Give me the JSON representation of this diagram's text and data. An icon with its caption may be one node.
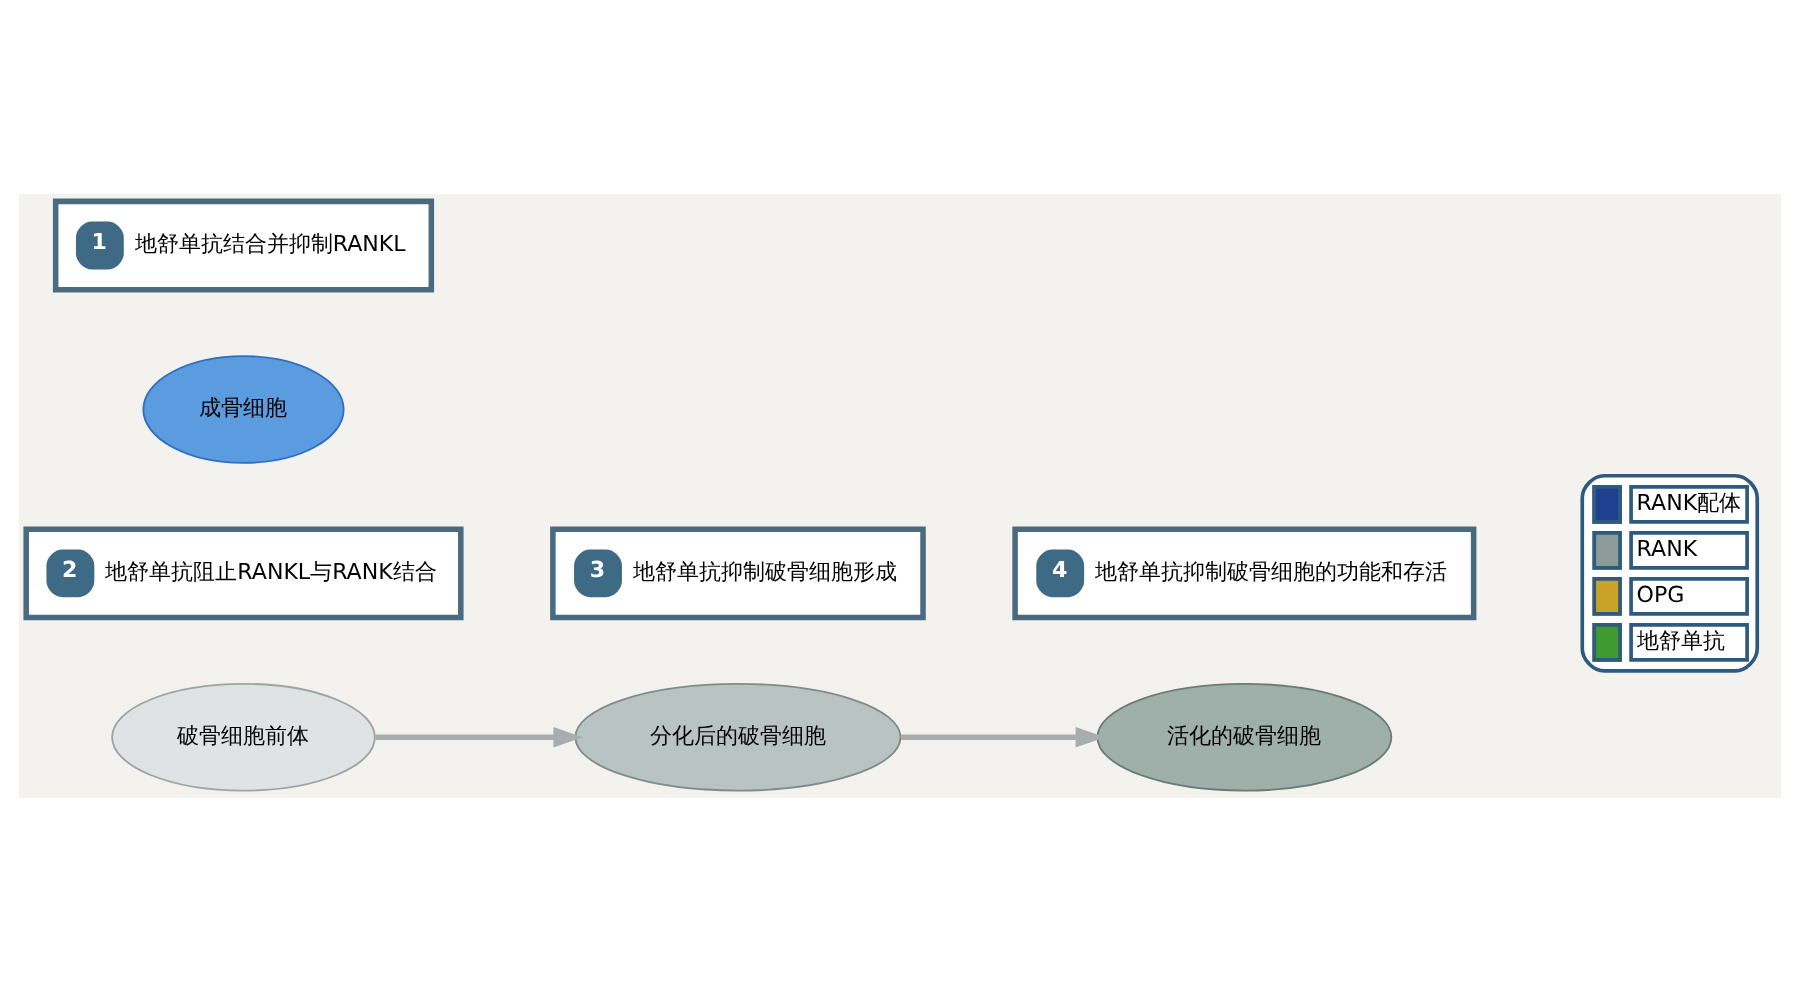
{
  "diagram": {
    "nodes": [
      {
        "text": [
          "2",
          "地舒单抗阻止RANKL与RANK结合"
        ]
      },
      {
        "text": [
          "破骨细胞前体"
        ]
      },
      {
        "text": [
          "3",
          "地舒单抗抑制破骨细胞形成"
        ]
      },
      {
        "text": [
          "分化后的破骨细胞"
        ]
      },
      {
        "text": [
          "4",
          "地舒单抗抑制破骨细胞的功能和存活"
        ]
      },
      {
        "text": [
          "1",
          "地舒单抗结合并抑制RANKL"
        ]
      },
      {
        "text": [
          "成骨细胞"
        ]
      },
      {
        "text": [
          "活化的破骨细胞"
        ]
      }
    ],
    "edges": [
      {
        "from": 1,
        "to": 3,
        "arrow": "to"
      },
      {
        "from": 3,
        "to": 7,
        "arrow": "to"
      }
    ],
    "legend": [
      {
        "text": "RANK配体"
      },
      {
        "text": "RANK"
      },
      {
        "text": "OPG"
      },
      {
        "text": "地舒单抗"
      }
    ]
  }
}
